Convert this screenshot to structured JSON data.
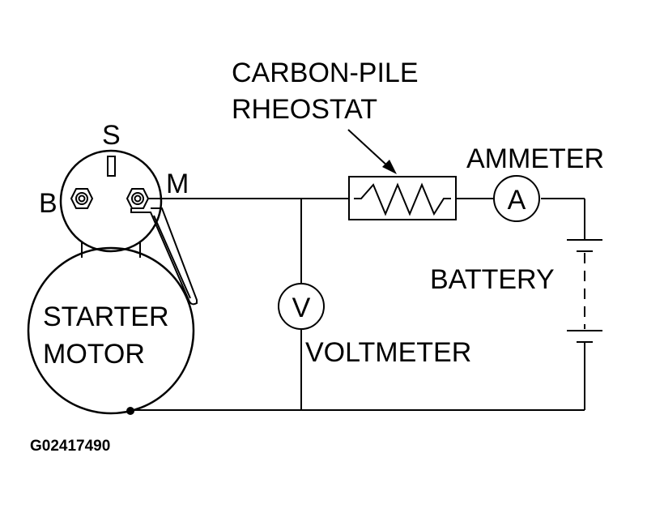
{
  "labels": {
    "rheostat_line1": "CARBON-PILE",
    "rheostat_line2": "RHEOSTAT",
    "ammeter": "AMMETER",
    "ammeter_symbol": "A",
    "battery": "BATTERY",
    "voltmeter": "VOLTMETER",
    "voltmeter_symbol": "V",
    "starter_line1": "STARTER",
    "starter_line2": "MOTOR",
    "terminal_s": "S",
    "terminal_b": "B",
    "terminal_m": "M",
    "figure_id": "G02417490"
  },
  "colors": {
    "ink": "#000000",
    "background": "#ffffff"
  }
}
